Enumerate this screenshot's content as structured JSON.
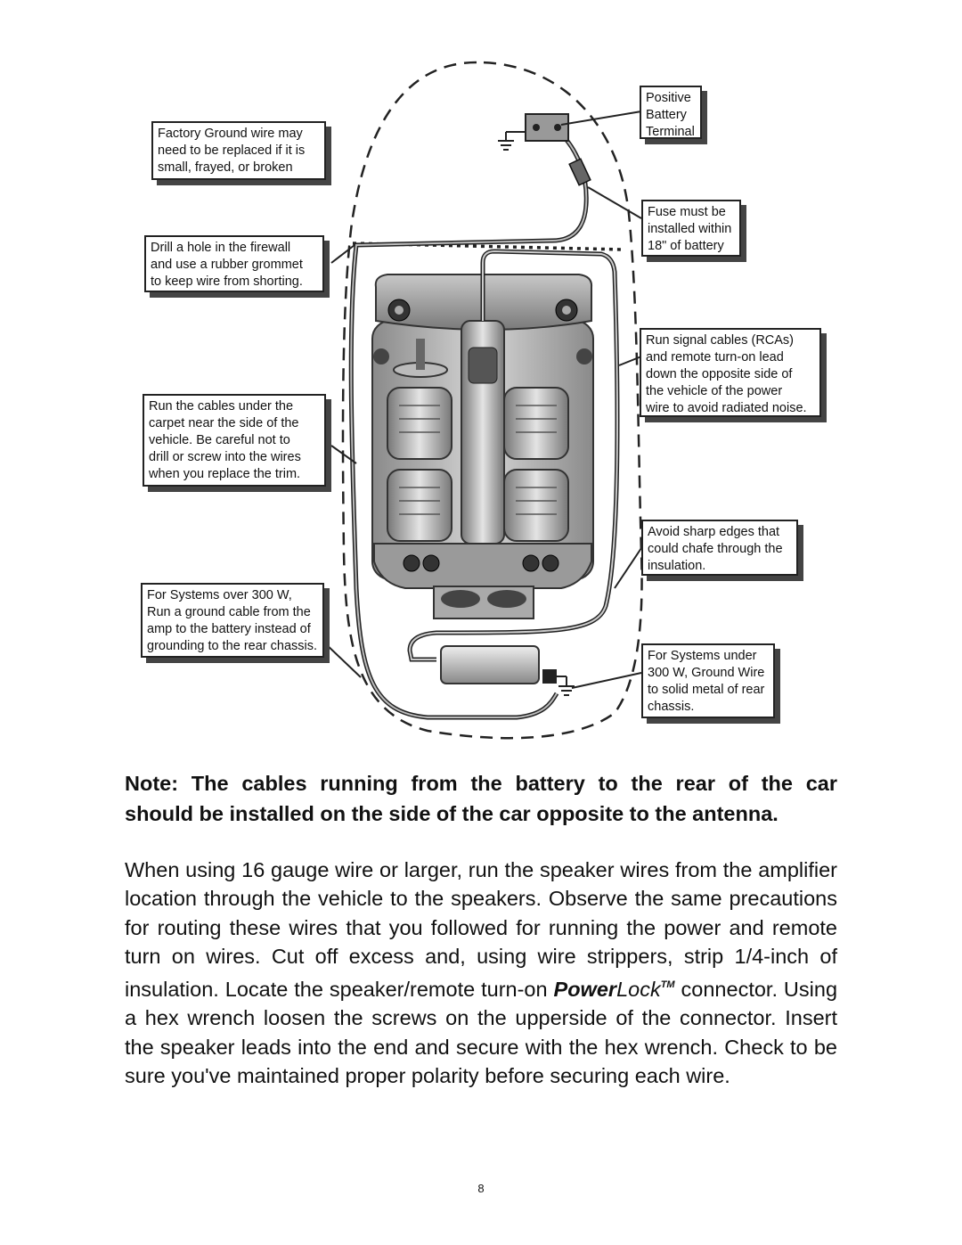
{
  "diagram": {
    "callouts": {
      "positive_battery": "Positive\nBattery\nTerminal",
      "factory_ground": "Factory Ground wire may\nneed to be replaced if it is\nsmall, frayed, or broken",
      "fuse": "Fuse must be\ninstalled within\n18\" of battery",
      "firewall": "Drill a hole in the firewall\nand use a rubber grommet\nto keep wire from shorting.",
      "rca": "Run signal cables (RCAs)\nand remote turn-on lead\ndown the opposite side of\nthe vehicle of the power\nwire to avoid radiated noise.",
      "under_carpet": "Run the cables under the\ncarpet near the side of the\nvehicle. Be careful not to\ndrill or screw into the wires\nwhen you replace the trim.",
      "sharp_edges": "Avoid sharp edges that\ncould chafe through the\ninsulation.",
      "over_300w": "For Systems over 300 W,\nRun a ground cable from the\namp to the battery instead of\ngrounding to the rear chassis.",
      "under_300w": "For Systems under\n300 W, Ground Wire\nto solid metal of rear\nchassis."
    }
  },
  "note": {
    "line1": "Note: The cables running from the battery to the rear of the car",
    "line2": "should be installed on the side of the car opposite to the antenna."
  },
  "body": {
    "part1": "When using 16 gauge wire or larger, run the speaker wires from the amplifier location through the vehicle to the speakers. Observe the same precautions for routing these wires that you followed for running the power and remote turn on wires. Cut off excess and, using wire strippers, strip 1/4-inch of insulation. Locate the speaker/remote turn-on ",
    "brand_bold": "Power",
    "brand_italic": "Lock",
    "brand_tm": "TM",
    "part2": " connector. Using a hex wrench loosen the screws on the upperside of the connector. Insert the speaker leads into the end and secure with the hex wrench. Check to be sure you've maintained proper polarity before securing each wire."
  },
  "page_number": "8"
}
